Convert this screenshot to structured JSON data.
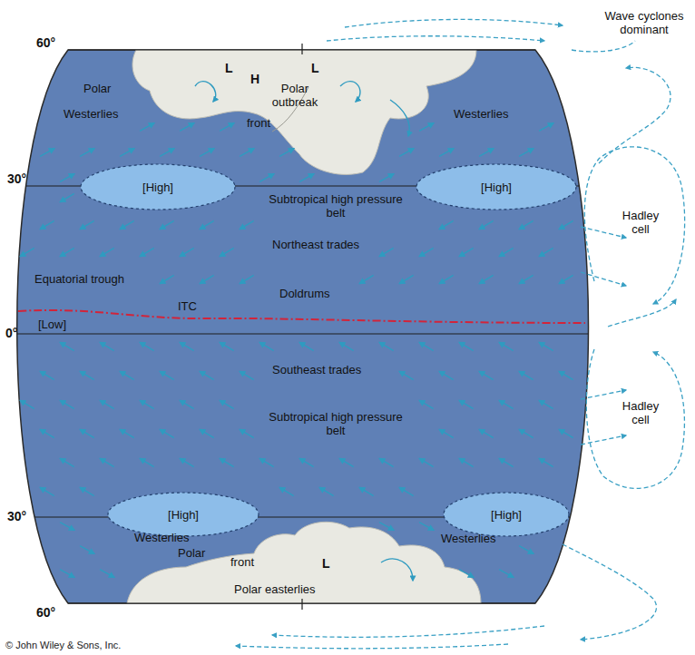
{
  "diagram": {
    "nodes": [
      {
        "text": [
          "[High]"
        ]
      },
      {
        "text": [
          "[High]"
        ]
      },
      {
        "text": [
          "[High]"
        ]
      },
      {
        "text": [
          "[High]"
        ]
      }
    ],
    "labels": [
      "60°",
      "30°",
      "0°",
      "30°",
      "60°",
      "Wave cyclones dominant",
      "Hadley cell",
      "Hadley cell",
      "L",
      "H",
      "L",
      "Polar",
      "front",
      "Polar outbreak",
      "Westerlies",
      "Westerlies",
      "Subtropical high pressure belt",
      "Northeast trades",
      "Equatorial trough",
      "Doldrums",
      "[Low]",
      "ITC",
      "Southeast trades",
      "Subtropical high pressure belt",
      "Westerlies",
      "Polar",
      "front",
      "Westerlies",
      "L",
      "Polar easterlies",
      "© John Wiley & Sons, Inc."
    ]
  }
}
